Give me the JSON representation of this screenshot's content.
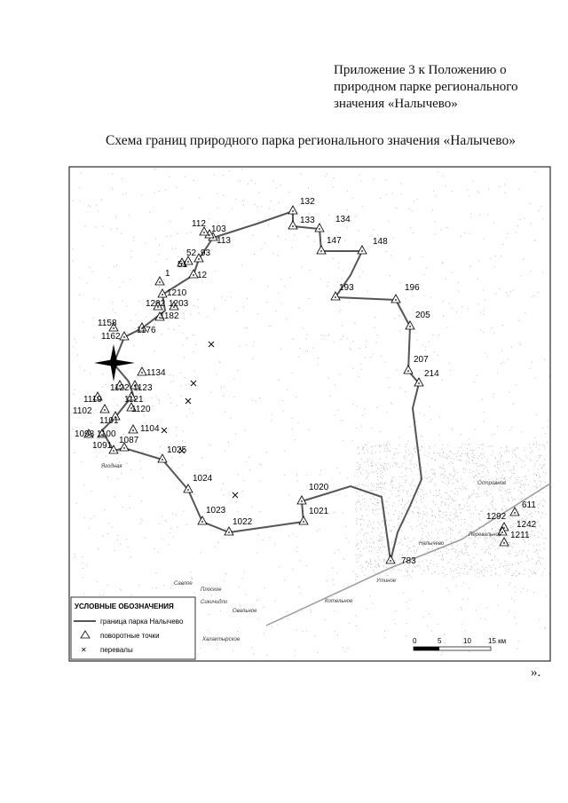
{
  "appendix_caption": [
    "Приложение 3 к Положению о",
    "природном парке регионального",
    "значения «Налычево»"
  ],
  "title": "Схема границ природного парка регионального значения «Налычево»",
  "closing": "».",
  "map": {
    "turning_points": [
      "132",
      "133",
      "134",
      "147",
      "148",
      "193",
      "196",
      "205",
      "207",
      "214",
      "1020",
      "1021",
      "1022",
      "1023",
      "1024",
      "1025",
      "1087",
      "1091",
      "1098",
      "1100",
      "1104",
      "1101",
      "1102",
      "1120",
      "1119",
      "1121",
      "1122",
      "1123",
      "1134",
      "1162",
      "1176",
      "1158",
      "1182",
      "1202",
      "1203",
      "1210",
      "1",
      "12",
      "51",
      "52",
      "93",
      "113",
      "103",
      "112",
      "783",
      "611",
      "1292",
      "1242",
      "1211"
    ],
    "places": [
      "Ягодная",
      "Савлое",
      "Плоское",
      "Сикичидло",
      "Овальное",
      "Халактырское",
      "Котельное",
      "Островное",
      "Перевальное",
      "Налычево",
      "Утиное"
    ],
    "legend": {
      "title": "УСЛОВНЫЕ ОБОЗНАЧЕНИЯ",
      "boundary": "граница парка Налычево",
      "points": "поворотные точки",
      "passes": "перевалы"
    },
    "scale": {
      "ticks": [
        "0",
        "5",
        "10",
        "15 км"
      ]
    },
    "colors": {
      "boundary": "#555555",
      "terrain": "#bbbbbb"
    }
  }
}
